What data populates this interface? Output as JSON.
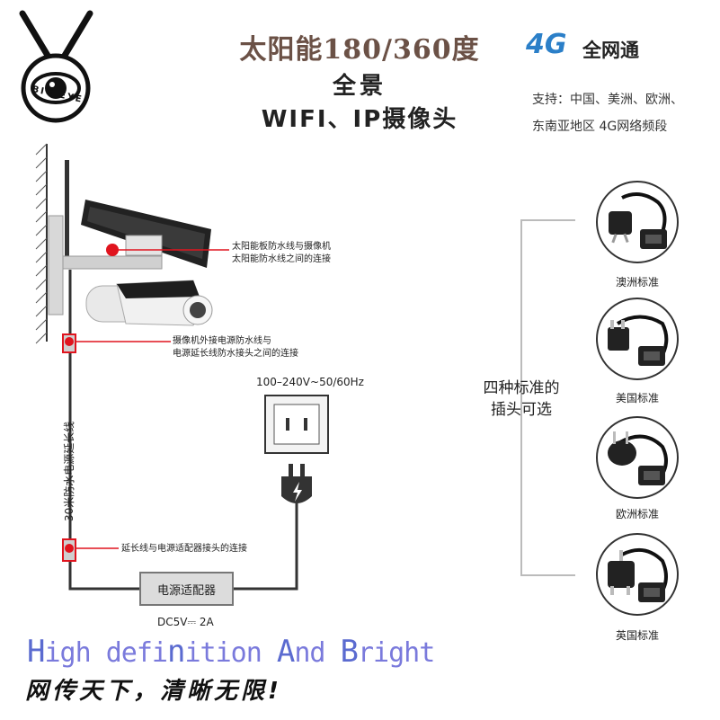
{
  "header": {
    "title_line1": "太阳能180/360度",
    "title_line2": "全景",
    "title_line3": "WIFI、IP摄像头"
  },
  "brand": {
    "name": "BIG EYE",
    "logo_icon": "eye-logo-icon"
  },
  "network": {
    "badge": "4G",
    "label": "全网通",
    "support_line1": "支持：中国、美洲、欧洲、",
    "support_line2": "东南亚地区 4G网络频段",
    "badge_color": "#2b7fc8"
  },
  "annotations": {
    "solar_connection_1": "太阳能板防水线与摄像机",
    "solar_connection_2": "太阳能防水线之间的连接",
    "camera_power_1": "摄像机外接电源防水线与",
    "camera_power_2": "电源延长线防水接头之间的连接",
    "extension_adapter": "延长线与电源适配器接头的连接",
    "cable": "30米防水电源延长线",
    "voltage": "100–240V~50/60Hz",
    "adapter": "电源适配器",
    "dc_output": "DC5V⎓ 2A",
    "marker_color": "#e0141e"
  },
  "plugs": {
    "heading_line1": "四种标准的",
    "heading_line2": "插头可选",
    "items": [
      {
        "label": "澳洲标准",
        "icon": "australian-plug-icon"
      },
      {
        "label": "美国标准",
        "icon": "us-plug-icon"
      },
      {
        "label": "欧洲标准",
        "icon": "eu-plug-icon"
      },
      {
        "label": "英国标准",
        "icon": "uk-plug-icon"
      }
    ]
  },
  "footer": {
    "tagline_parts": [
      "H",
      "igh defi",
      "n",
      "ition ",
      "A",
      "nd ",
      "B",
      "right"
    ],
    "slogan": "网传天下，清晰无限!"
  }
}
